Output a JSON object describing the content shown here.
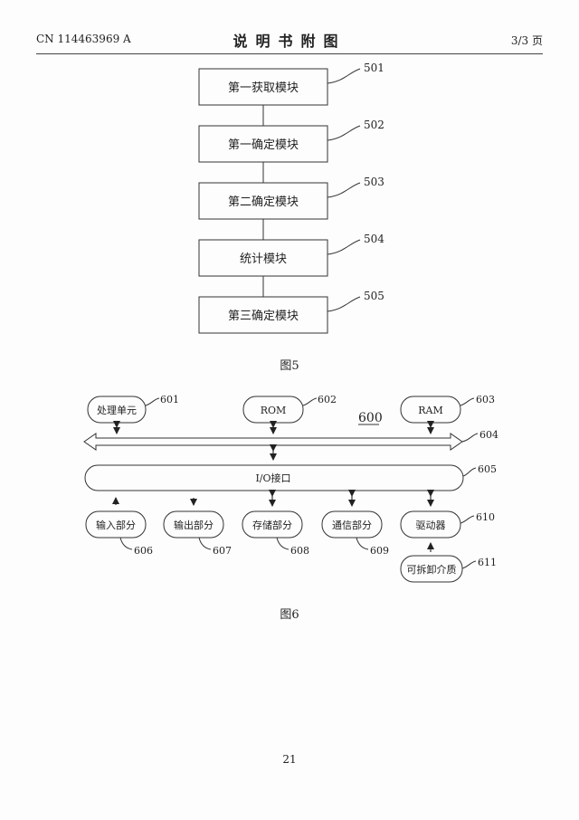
{
  "header": {
    "patent_number": "CN 114463969 A",
    "title": "说明书附图",
    "page_ref": "3/3 页"
  },
  "fig5": {
    "caption": "图5",
    "modules": [
      {
        "label": "第一获取模块",
        "ref": "501"
      },
      {
        "label": "第一确定模块",
        "ref": "502"
      },
      {
        "label": "第二确定模块",
        "ref": "503"
      },
      {
        "label": "统计模块",
        "ref": "504"
      },
      {
        "label": "第三确定模块",
        "ref": "505"
      }
    ]
  },
  "fig6": {
    "caption": "图6",
    "system_ref": "600",
    "top_units": [
      {
        "label": "处理单元",
        "ref": "601"
      },
      {
        "label": "ROM",
        "ref": "602"
      },
      {
        "label": "RAM",
        "ref": "603"
      }
    ],
    "bus_ref": "604",
    "io": {
      "label": "I/O接口",
      "ref": "605"
    },
    "bottom_units": [
      {
        "label": "输入部分",
        "ref": "606"
      },
      {
        "label": "输出部分",
        "ref": "607"
      },
      {
        "label": "存储部分",
        "ref": "608"
      },
      {
        "label": "通信部分",
        "ref": "609"
      },
      {
        "label": "驱动器",
        "ref": "610"
      }
    ],
    "removable_medium": {
      "label": "可拆卸介质",
      "ref": "611"
    }
  },
  "footer": {
    "page_number": "21"
  }
}
